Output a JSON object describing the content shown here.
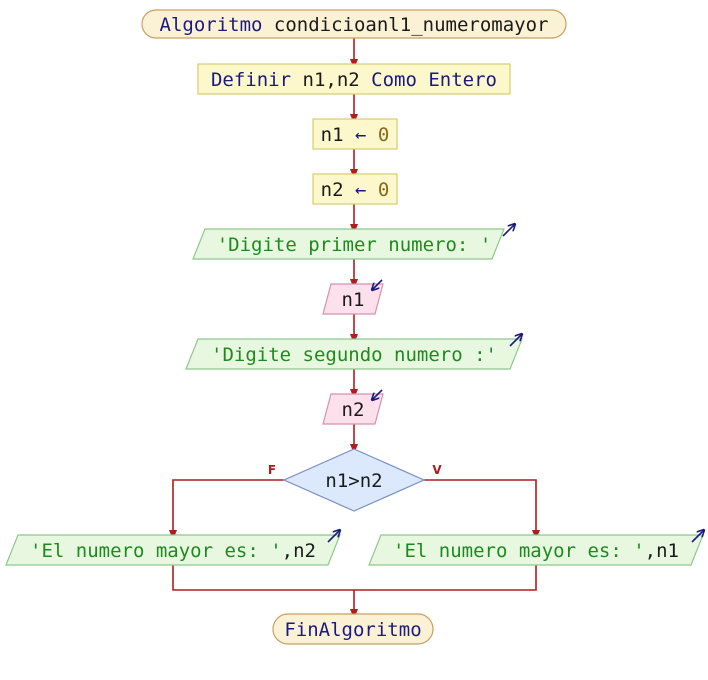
{
  "start": {
    "keyword": "Algoritmo",
    "name": "condicioanl1_numeromayor"
  },
  "definir": {
    "keyword1": "Definir",
    "vars": "n1,n2",
    "keyword2": "Como Entero"
  },
  "assign1": {
    "var": "n1",
    "arrow": "←",
    "value": "0"
  },
  "assign2": {
    "var": "n2",
    "arrow": "←",
    "value": "0"
  },
  "output1": {
    "text": "'Digite primer numero: '"
  },
  "read1": {
    "text": "n1"
  },
  "output2": {
    "text": "'Digite segundo numero :'"
  },
  "read2": {
    "text": "n2"
  },
  "decision": {
    "text": "n1>n2",
    "false_label": "F",
    "true_label": "V"
  },
  "output_false": {
    "string": "'El numero mayor es: '",
    "var": ",n2"
  },
  "output_true": {
    "string": "'El numero mayor es: '",
    "var": ",n1"
  },
  "end": {
    "text": "FinAlgoritmo"
  },
  "colors": {
    "terminal_fill": "#fbf2d6",
    "terminal_stroke": "#c8a060",
    "process_fill": "#fcf8cc",
    "process_stroke": "#d8cc70",
    "output_fill": "#e8f8e0",
    "output_stroke": "#8cc88c",
    "input_fill": "#fce0ec",
    "input_stroke": "#d890b0",
    "decision_fill": "#dce8fc",
    "decision_stroke": "#7890c8",
    "connector": "#b21c1c"
  }
}
